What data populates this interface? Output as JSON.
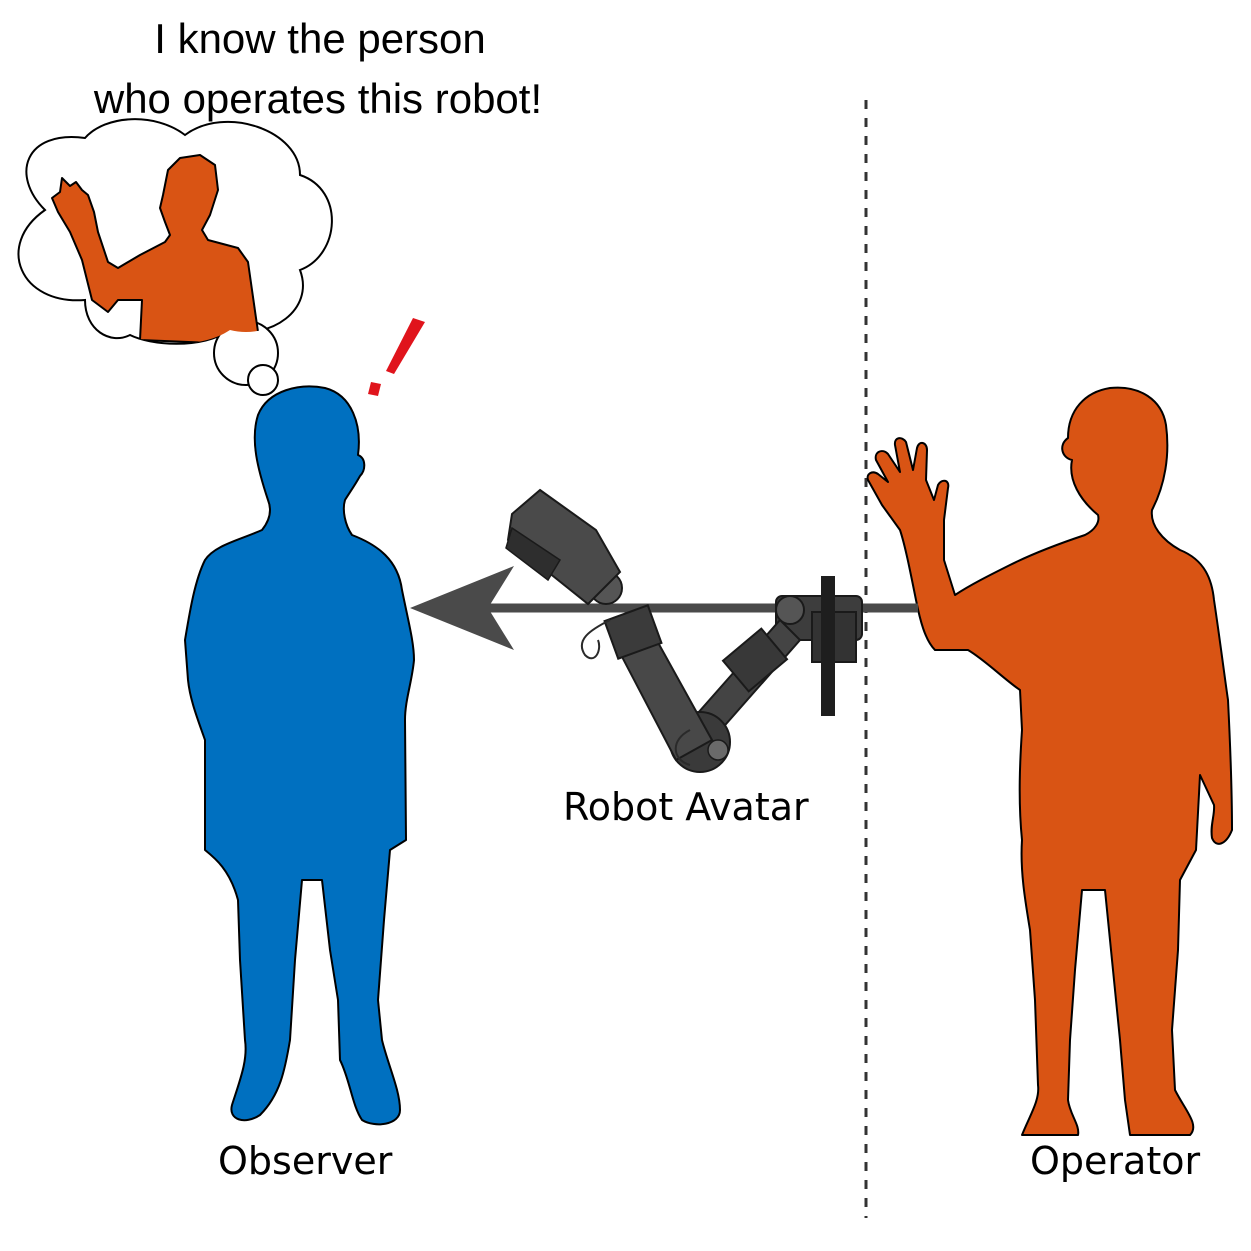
{
  "caption": {
    "line1": "I know the person",
    "line2": "who operates this robot!"
  },
  "labels": {
    "observer": "Observer",
    "robot": "Robot Avatar",
    "operator": "Operator"
  },
  "exclamation": "!",
  "icons": {
    "observer": "person-silhouette-icon",
    "operator": "waving-person-silhouette-icon",
    "thought": "thought-bubble-icon",
    "robot": "robot-arm-icon",
    "arrow": "arrow-left-icon"
  },
  "colors": {
    "observer": "#0070c0",
    "operator": "#d95414",
    "exclamation": "#e0141c",
    "arrow": "#4a4a4a",
    "robot": "#3a3a3a",
    "divider": "#333333"
  }
}
